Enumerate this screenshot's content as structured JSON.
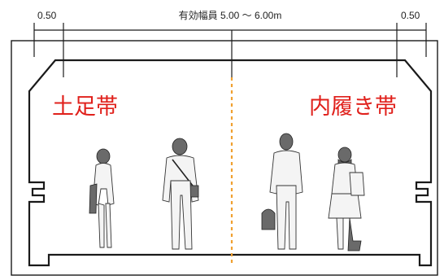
{
  "dimensions": {
    "left_margin": "0.50",
    "right_margin": "0.50",
    "effective_width": "有効幅員 5.00 ～ 6.00m"
  },
  "zones": {
    "left": "土足帯",
    "right": "内履き帯"
  },
  "colors": {
    "zone_label": "#e0201b",
    "center_line": "#f0a030",
    "outline": "#1a1a1a"
  }
}
